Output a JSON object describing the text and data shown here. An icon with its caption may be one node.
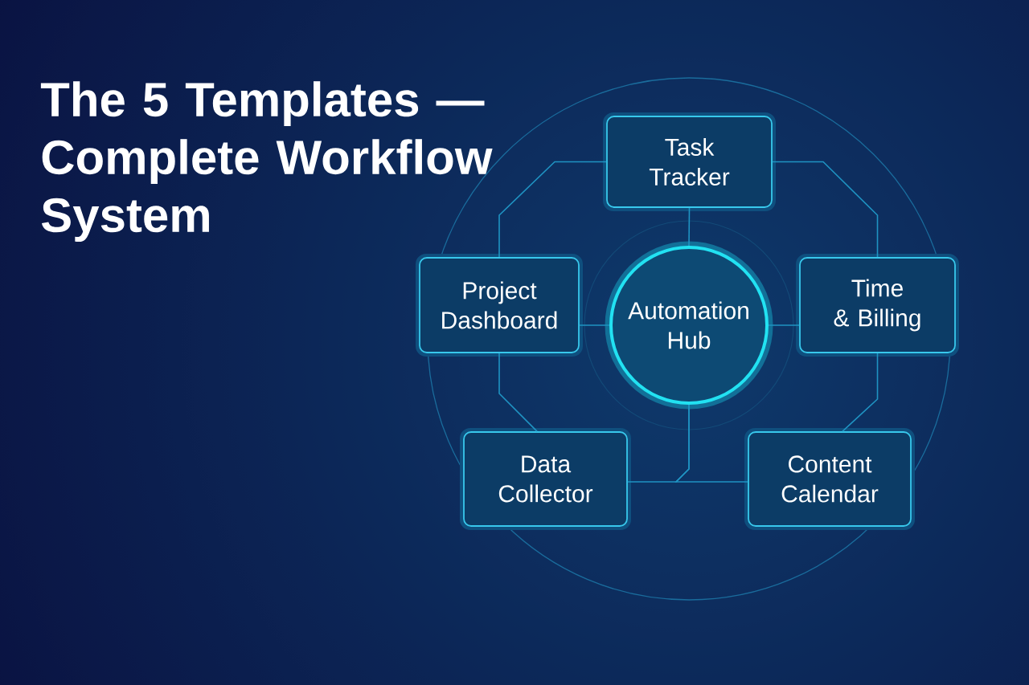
{
  "diagram": {
    "title": "The 5 Templates — Complete Workflow System",
    "nodes": [
      {
        "text": [
          "Task Tracker"
        ]
      },
      {
        "text": [
          "Project Dashboard"
        ]
      },
      {
        "text": [
          "Automation Hub"
        ]
      },
      {
        "text": [
          "Time & Billing"
        ]
      },
      {
        "text": [
          "Data Collector"
        ]
      },
      {
        "text": [
          "Content Calendar"
        ]
      }
    ],
    "edges": [
      {
        "from": 0,
        "to": 1,
        "arrow": "none"
      },
      {
        "from": 0,
        "to": 3,
        "arrow": "none"
      },
      {
        "from": 0,
        "to": 2,
        "arrow": "none"
      },
      {
        "from": 1,
        "to": 2,
        "arrow": "none"
      },
      {
        "from": 2,
        "to": 3,
        "arrow": "none"
      },
      {
        "from": 1,
        "to": 4,
        "arrow": "none"
      },
      {
        "from": 3,
        "to": 5,
        "arrow": "none"
      },
      {
        "from": 2,
        "to": 4,
        "arrow": "none"
      },
      {
        "from": 2,
        "to": 5,
        "arrow": "none"
      }
    ]
  }
}
